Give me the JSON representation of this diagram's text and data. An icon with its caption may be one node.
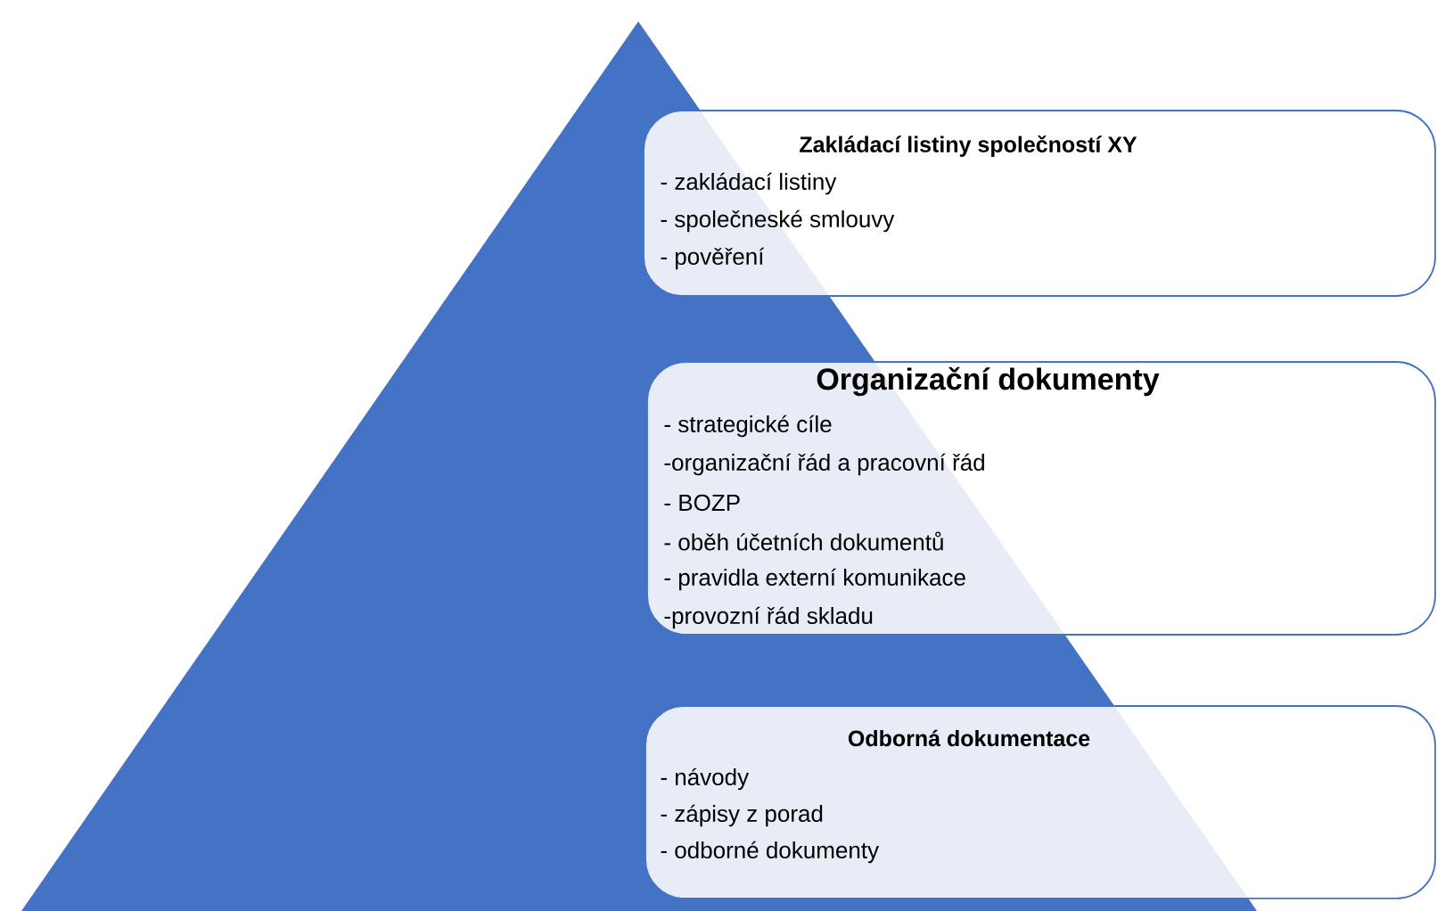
{
  "diagram": {
    "nodes": [
      {
        "text": [],
        "shape": "triangle"
      },
      {
        "text": [
          "Zakládací listiny společností XY",
          "- zakládací listiny",
          "- společneské smlouvy",
          "- pověření"
        ]
      },
      {
        "text": [
          "Organizační dokumenty",
          "- strategické cíle",
          "-organizační řád a pracovní řád",
          "- BOZP",
          "- oběh účetních dokumentů",
          "- pravidla externí komunikace",
          "-provozní řád skladu"
        ]
      },
      {
        "text": [
          "Odborná dokumentace",
          "- návody",
          "- zápisy z porad",
          "- odborné dokumenty"
        ]
      }
    ]
  }
}
